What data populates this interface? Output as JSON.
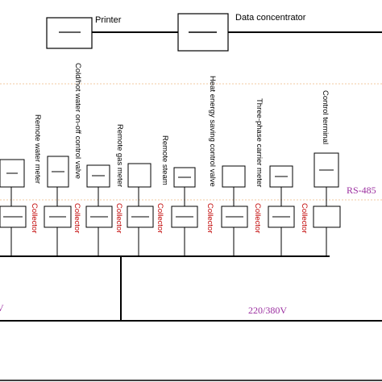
{
  "top_devices": {
    "printer": "Printer",
    "data_concentrator": "Data concentrator"
  },
  "meters": [
    {
      "label": ""
    },
    {
      "label": "Remote water meter"
    },
    {
      "label": "Cold/hot water on-off control valve"
    },
    {
      "label": "Remote gas meter"
    },
    {
      "label": "Remote steam"
    },
    {
      "label": "Heat energy saving control valve"
    },
    {
      "label": "Three-phase carrier meter"
    },
    {
      "label": "Control terminal"
    }
  ],
  "collector_label": "Collector",
  "bus_labels": {
    "rs485": "RS-485",
    "power": "220/380V"
  },
  "colors": {
    "line": "#000000",
    "collector_text": "#c00000",
    "bus_text": "#9b2fa0",
    "dashed_band": "#f2c9a0",
    "box_fill": "#ffffff"
  }
}
